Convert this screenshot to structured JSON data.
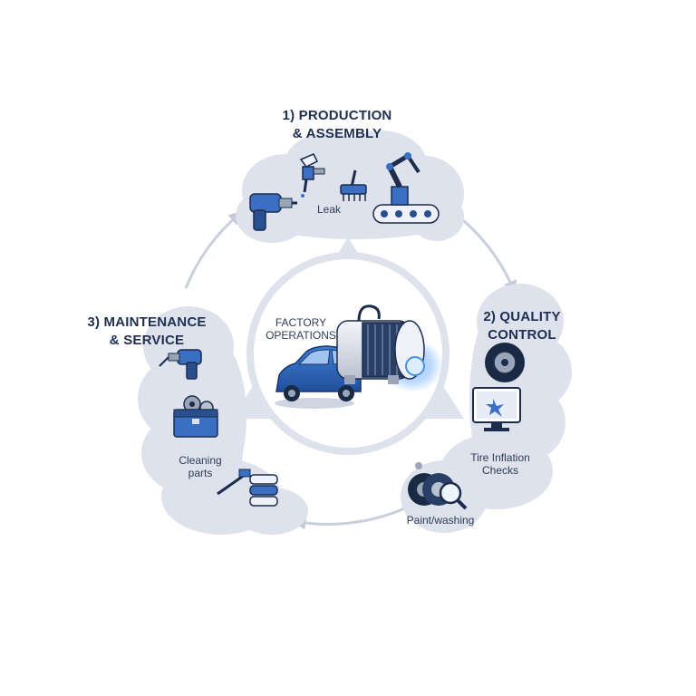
{
  "diagram": {
    "center": {
      "label_line1": "FACTORY",
      "label_line2": "OPERATIONS",
      "icons": [
        "car-icon",
        "motor-pump-icon"
      ]
    },
    "stages": [
      {
        "title_line1": "1) PRODUCTION",
        "title_line2": "& ASSEMBLY",
        "items": [
          "Leak"
        ],
        "icons": [
          "impact-wrench-icon",
          "spray-gun-icon",
          "brush-icon",
          "robot-arm-conveyor-icon"
        ]
      },
      {
        "title_line1": "2) QUALITY",
        "title_line2": "CONTROL",
        "items_line1": "Tire Inflation",
        "items_line2": "Checks",
        "footer": "Paint/washing",
        "icons": [
          "tire-icon",
          "monitor-icon",
          "tire-inspection-icon"
        ]
      },
      {
        "title_line1": "3) MAINTENANCE",
        "title_line2": "& SERVICE",
        "items_line1": "Cleaning",
        "items_line2": "parts",
        "icons": [
          "drill-icon",
          "toolbox-gears-icon",
          "pressure-washer-icon"
        ]
      }
    ],
    "colors": {
      "cloud": "#dde2ec",
      "cycle": "#c9cfdb",
      "primary": "#2f62b6",
      "dark": "#1c2c4d",
      "glow": "#7fb8ff"
    }
  }
}
